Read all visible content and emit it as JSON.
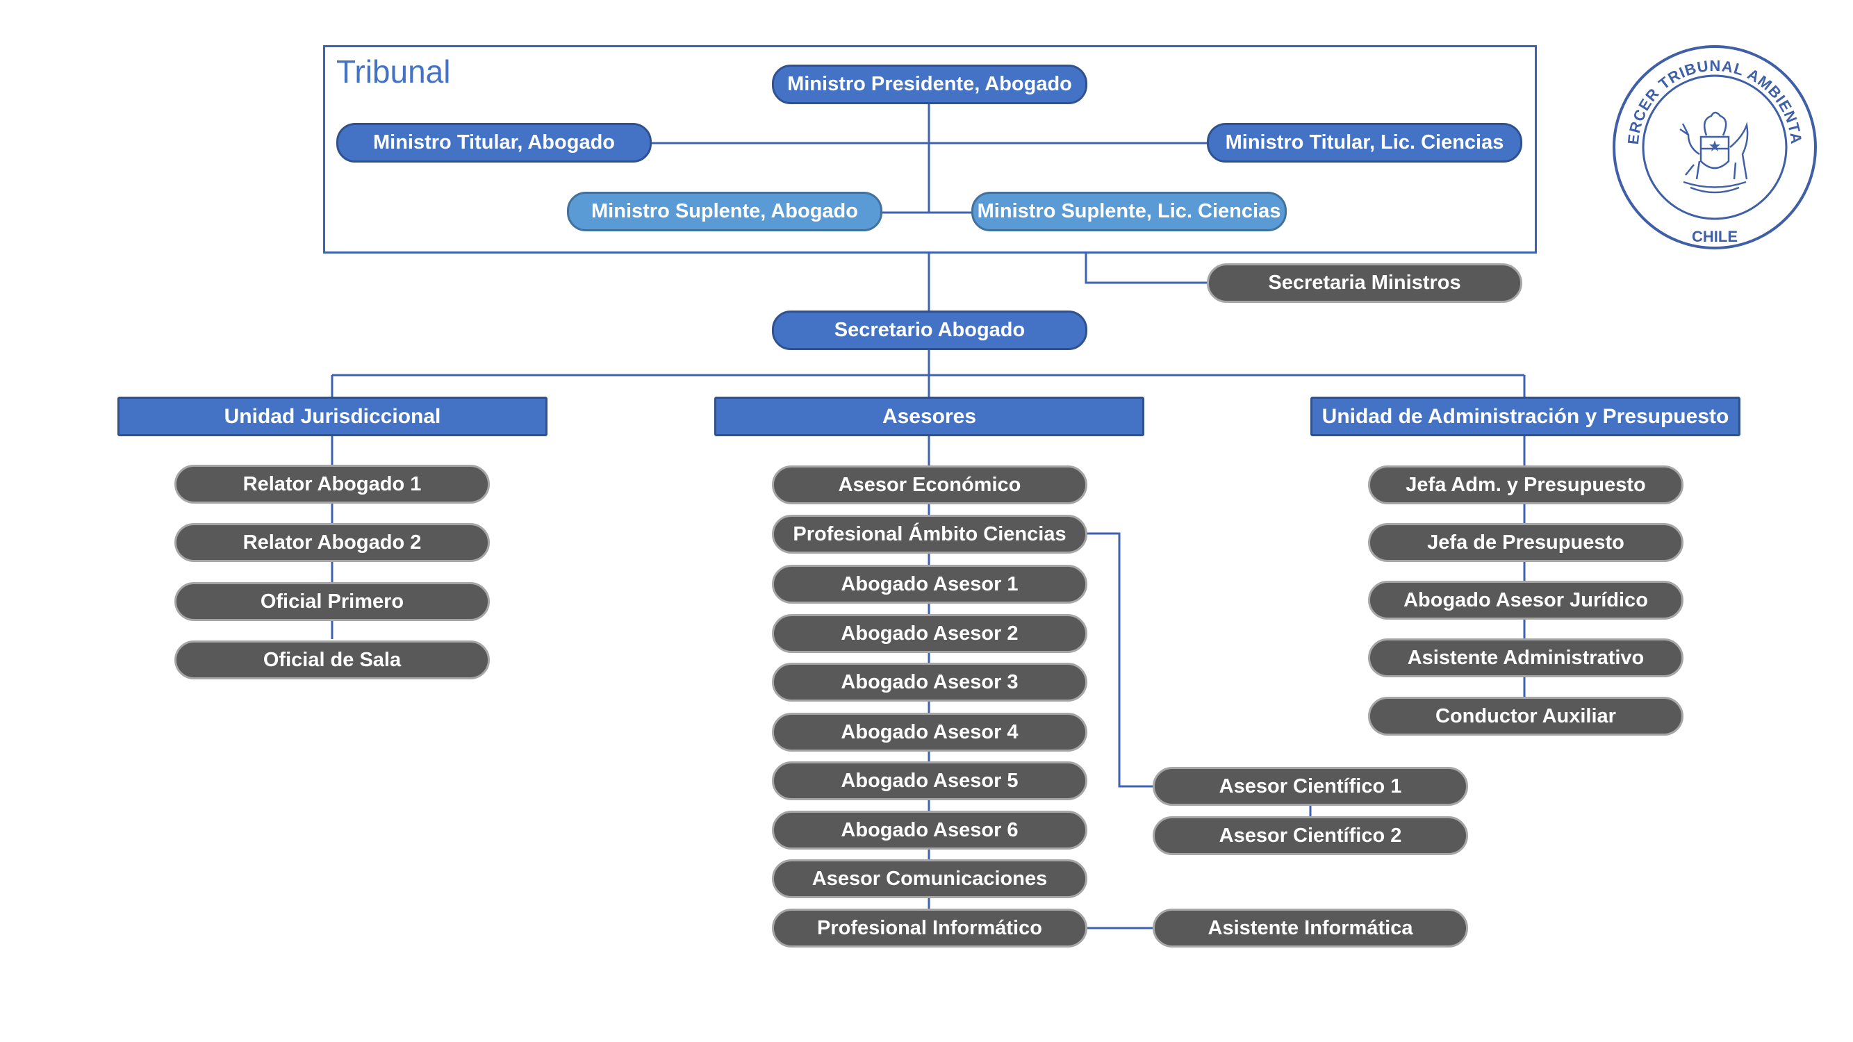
{
  "colors": {
    "primary_blue": "#4472c4",
    "light_blue": "#5b9bd5",
    "gray_node": "#595959",
    "line": "#3c62b0",
    "seal": "#3f5fa6"
  },
  "tribunal": {
    "label": "Tribunal",
    "presidente": "Ministro Presidente, Abogado",
    "titular_abogado": "Ministro Titular, Abogado",
    "titular_ciencias": "Ministro Titular, Lic. Ciencias",
    "suplente_abogado": "Ministro Suplente, Abogado",
    "suplente_ciencias": "Ministro Suplente, Lic. Ciencias"
  },
  "secretaria_ministros": "Secretaria Ministros",
  "secretario_abogado": "Secretario Abogado",
  "units": {
    "jurisdiccional": {
      "title": "Unidad Jurisdiccional",
      "items": [
        "Relator Abogado 1",
        "Relator Abogado 2",
        "Oficial Primero",
        "Oficial de Sala"
      ]
    },
    "asesores": {
      "title": "Asesores",
      "items": [
        "Asesor Económico",
        "Profesional Ámbito Ciencias",
        "Abogado Asesor 1",
        "Abogado Asesor 2",
        "Abogado Asesor 3",
        "Abogado Asesor 4",
        "Abogado Asesor 5",
        "Abogado Asesor 6",
        "Asesor Comunicaciones",
        "Profesional Informático"
      ],
      "cientificos": [
        "Asesor Científico 1",
        "Asesor Científico 2"
      ],
      "informatica": "Asistente Informática"
    },
    "administracion": {
      "title": "Unidad de Administración y Presupuesto",
      "items": [
        "Jefa Adm. y Presupuesto",
        "Jefa de Presupuesto",
        "Abogado Asesor Jurídico",
        "Asistente Administrativo",
        "Conductor Auxiliar"
      ]
    }
  },
  "seal": {
    "top_text": "TERCER TRIBUNAL AMBIENTAL",
    "bottom_text": "CHILE",
    "icon": "chilean-coat-of-arms-icon"
  }
}
